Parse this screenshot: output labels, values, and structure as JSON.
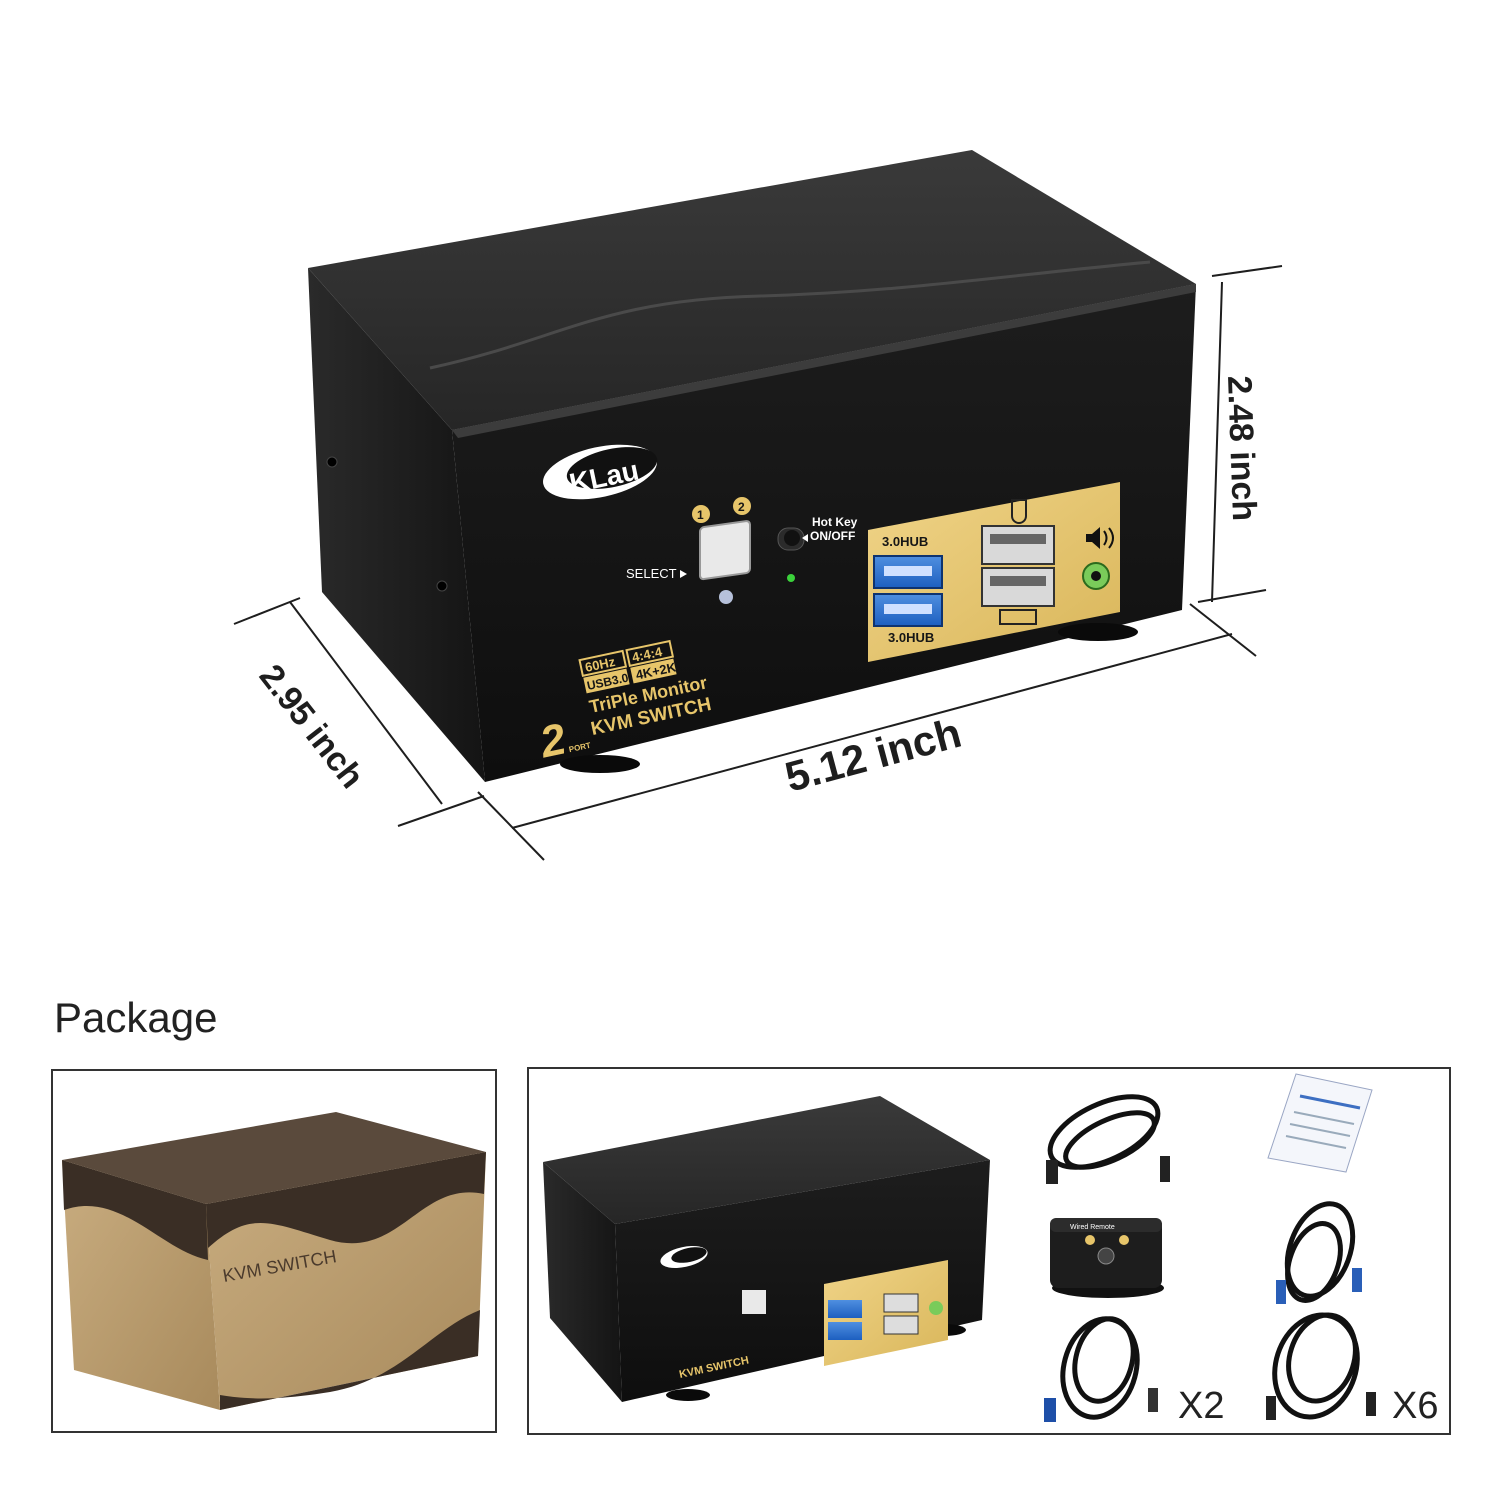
{
  "dimensions": {
    "height": "2.48 inch",
    "depth": "2.95 inch",
    "width": "5.12 inch"
  },
  "device": {
    "brand": "KLau",
    "port_labels": [
      "1",
      "2"
    ],
    "select_label": "SELECT",
    "hotkey_label_1": "Hot Key",
    "hotkey_label_2": "ON/OFF",
    "hub_label_top": "3.0HUB",
    "hub_label_bottom": "3.0HUB",
    "badge_refresh": "60Hz",
    "badge_chroma": "4:4:4",
    "badge_usb": "USB3.0",
    "badge_res": "4K+2K",
    "product_line": "TriPle Monitor",
    "product_name": "KVM SWITCH",
    "port_count": "2",
    "port_word": "PORT"
  },
  "package": {
    "title": "Package",
    "box_text": "KVM SWITCH",
    "remote_label": "Wired Remote",
    "usb_cable_qty": "X2",
    "display_cable_qty": "X6",
    "colors": {
      "box_kraft": "#b79a6c",
      "box_dark": "#3a2e25",
      "gold_panel": "#e7c56a"
    }
  }
}
